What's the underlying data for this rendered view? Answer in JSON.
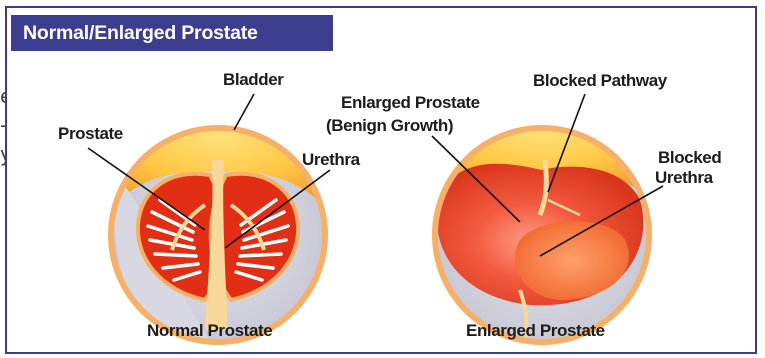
{
  "title": "Normal/Enlarged Prostate",
  "clipped": {
    "line1": "e",
    "line2": "-",
    "line3": "y"
  },
  "labels": {
    "bladder": "Bladder",
    "prostate": "Prostate",
    "urethra": "Urethra",
    "enlarged_line1": "Enlarged Prostate",
    "enlarged_line2": "(Benign Growth)",
    "blocked_pathway": "Blocked Pathway",
    "blocked_urethra_line1": "Blocked",
    "blocked_urethra_line2": "Urethra"
  },
  "captions": {
    "normal": "Normal Prostate",
    "enlarged": "Enlarged Prostate"
  },
  "colors": {
    "title_bar": "#3d3d8f",
    "panel_border": "#3b3c8c",
    "prostate_red": "#e12e14",
    "bladder_yellow": "#ffc845",
    "ring_orange": "#f7b067"
  }
}
